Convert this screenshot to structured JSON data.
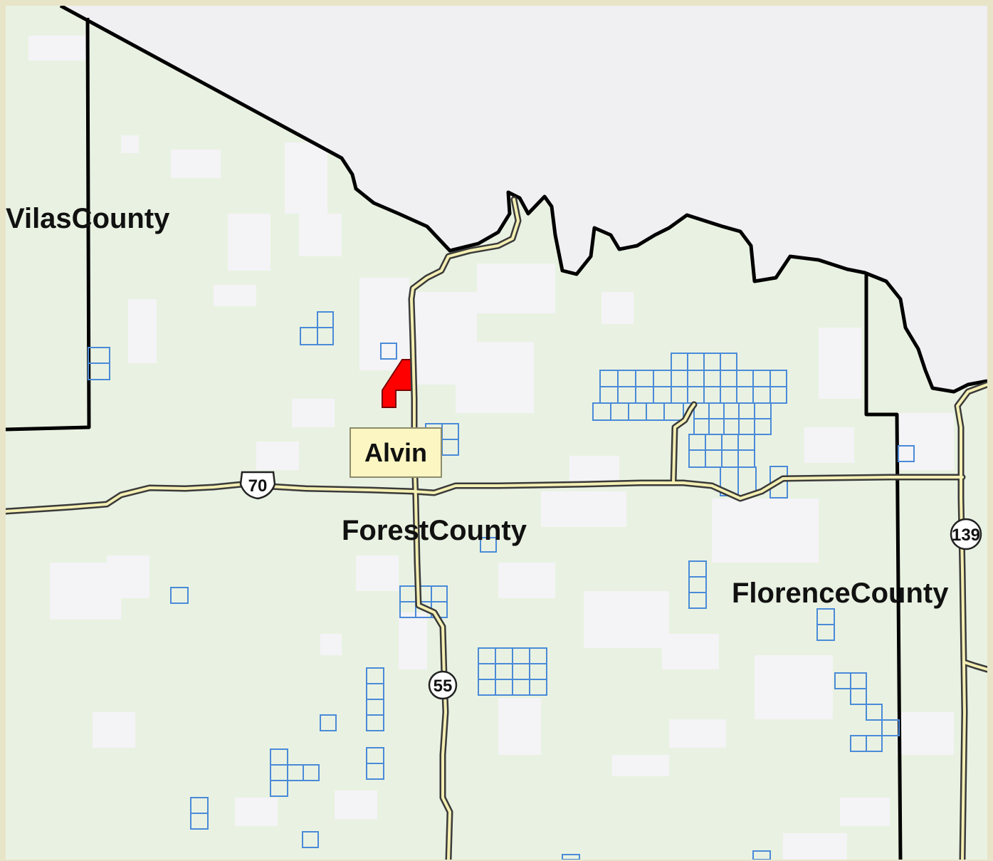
{
  "map": {
    "counties": [
      {
        "name": "VilasCounty"
      },
      {
        "name": "ForestCounty"
      },
      {
        "name": "FlorenceCounty"
      }
    ],
    "place": {
      "name": "Alvin"
    },
    "routes": [
      {
        "number": "70",
        "kind": "us-highway-shield"
      },
      {
        "number": "55",
        "kind": "state-highway-shield"
      },
      {
        "number": "139",
        "kind": "state-highway-shield"
      }
    ],
    "colors": {
      "land": "#e9f2e2",
      "water_or_outside": "#f0eff2",
      "county_border": "#000000",
      "road_casing": "#3a3a3a",
      "road_fill": "#f4efb3",
      "parcel_outline": "#4a8ad8",
      "highlight_parcel": "#ff0000",
      "label_box": "#fbf6c2"
    }
  }
}
